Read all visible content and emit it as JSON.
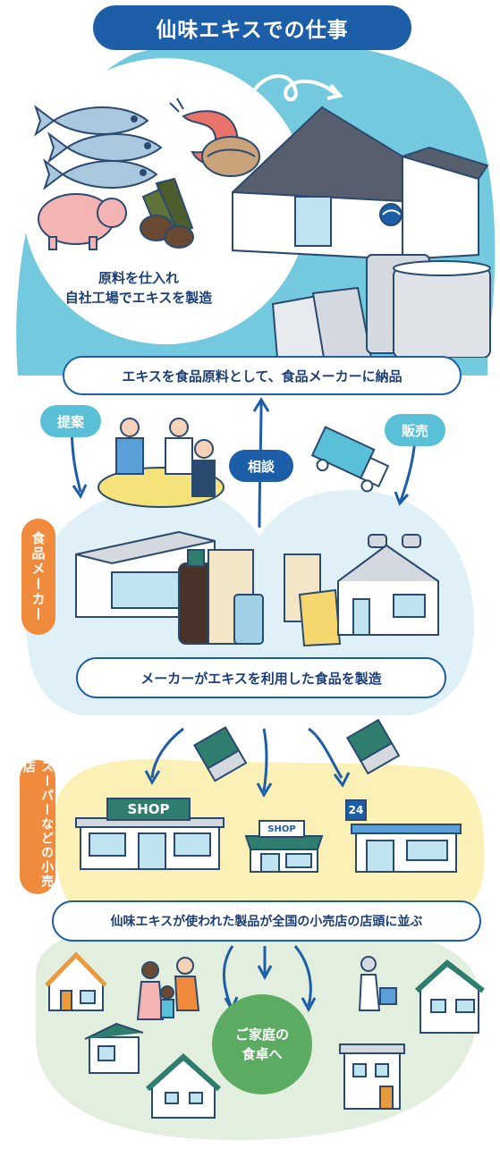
{
  "title": "仙味エキスでの仕事",
  "stage1": {
    "text_line1": "原料を仕入れ",
    "text_line2": "自社工場でエキスを製造",
    "caption": "エキスを食品原料として、食品メーカーに納品"
  },
  "labels": {
    "proposal": "提案",
    "consult": "相談",
    "sales": "販売"
  },
  "stage2": {
    "side_tag": "食品メーカー",
    "caption": "メーカーがエキスを利用した食品を製造"
  },
  "stage3": {
    "side_tag": "スーパーなどの小売店",
    "shop_sign_large": "SHOP",
    "shop_sign_small": "SHOP",
    "convenience_sign": "24",
    "caption": "仙味エキスが使われた製品が全国の小売店の店頭に並ぶ"
  },
  "stage4": {
    "line1": "ご家庭の",
    "line2": "食卓へ"
  },
  "colors": {
    "navy": "#1d5ea8",
    "sky": "#5ac0d8",
    "light_blue_bg": "#dff1f7",
    "orange": "#f08a3c",
    "cream": "#fbf0b6",
    "green_bg": "#e3efde",
    "green": "#5cab63"
  }
}
